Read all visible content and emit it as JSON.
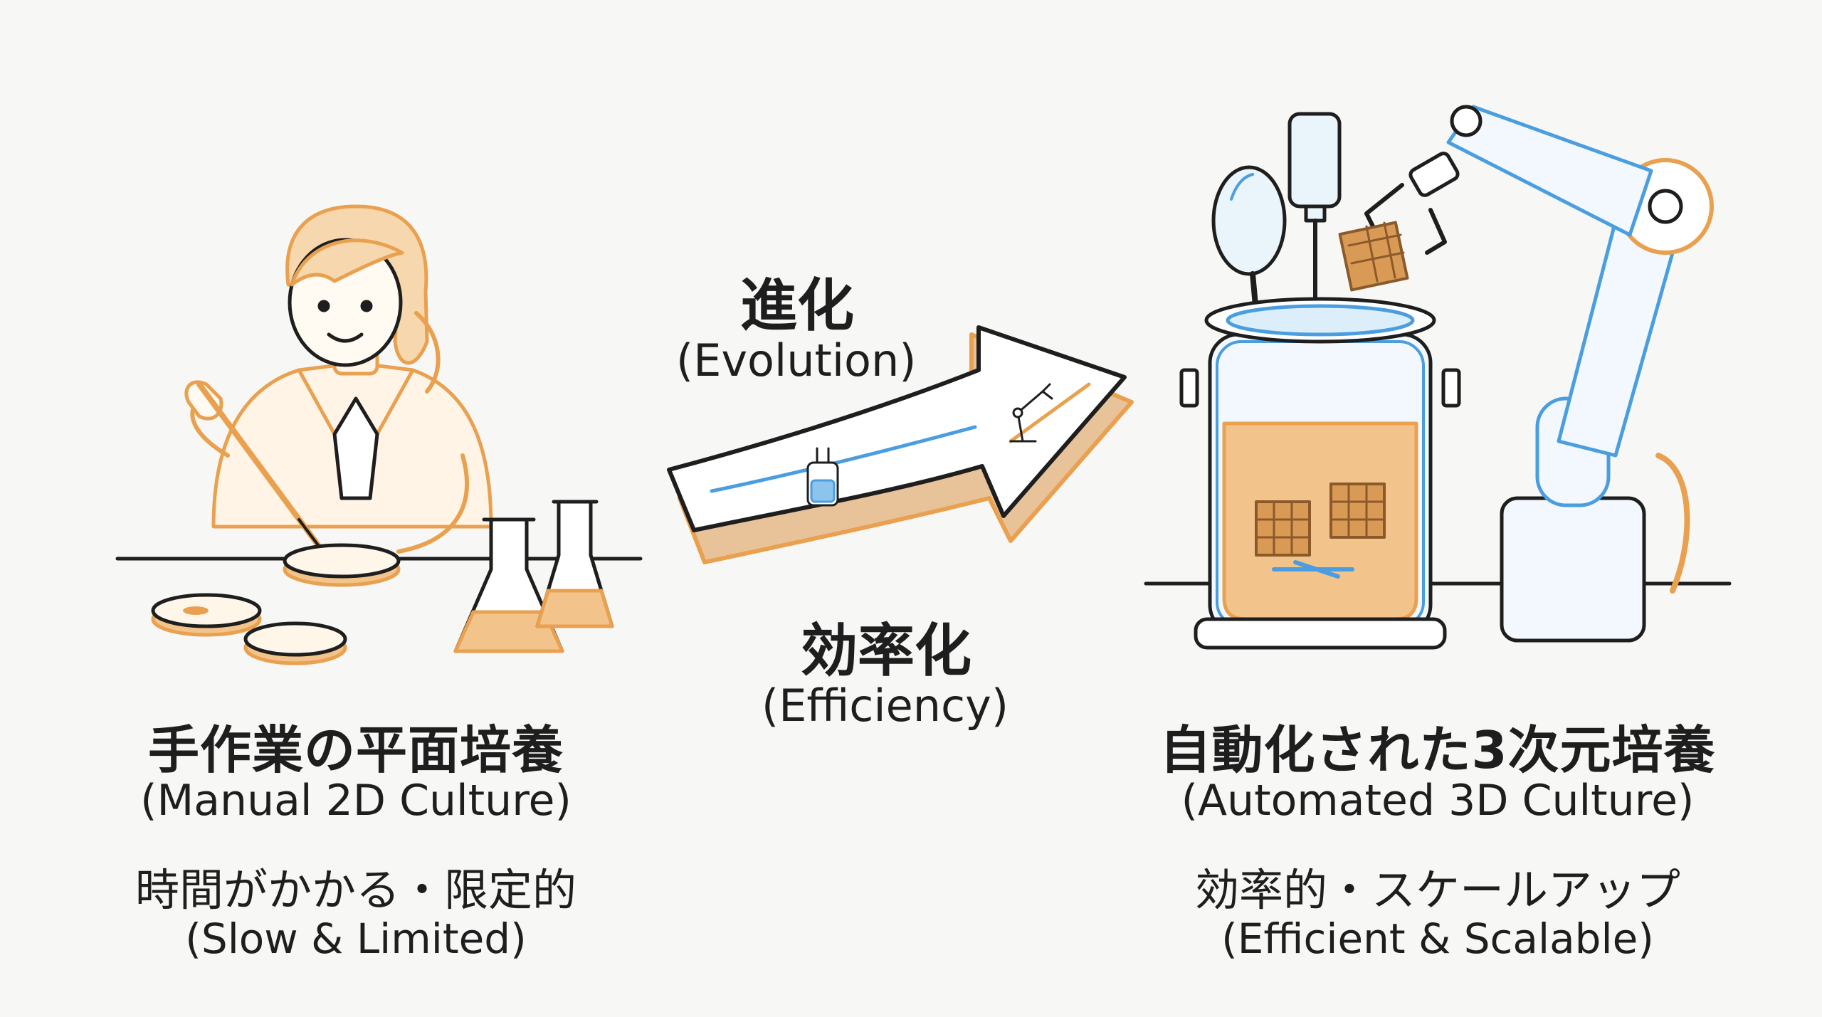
{
  "center": {
    "evolution_jp": "進化",
    "evolution_en": "(Evolution)",
    "efficiency_jp": "効率化",
    "efficiency_en": "(Efficiency)"
  },
  "left": {
    "title_jp": "手作業の平面培養",
    "title_en": "(Manual 2D Culture)",
    "desc_jp": "時間がかかる・限定的",
    "desc_en": "(Slow & Limited)"
  },
  "right": {
    "title_jp": "自動化された3次元培養",
    "title_en": "(Automated 3D Culture)",
    "desc_jp": "効率的・スケールアップ",
    "desc_en": "(Efficient & Scalable)"
  },
  "colors": {
    "ink": "#1e1e1e",
    "accent_orange": "#e9a04f",
    "accent_blue": "#4a9ee0",
    "liquid": "#f2c48c"
  }
}
